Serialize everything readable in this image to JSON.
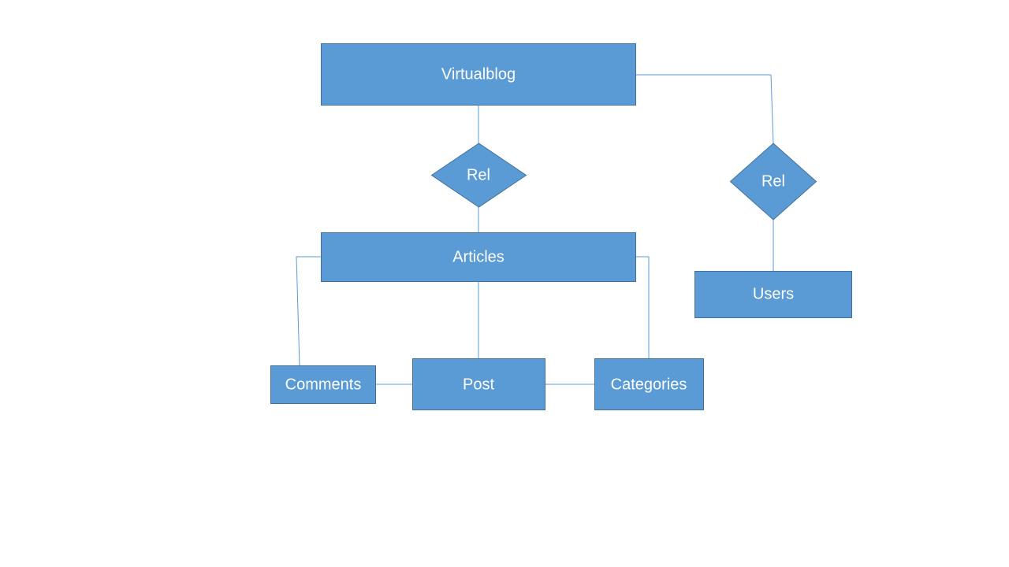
{
  "colors": {
    "shape_fill": "#5b9bd5",
    "shape_stroke": "#41719c",
    "connector": "#5b9bd5",
    "label_text": "#ffffff",
    "background": "#ffffff"
  },
  "entities": {
    "virtualblog": "Virtualblog",
    "articles": "Articles",
    "users": "Users",
    "comments": "Comments",
    "post": "Post",
    "categories": "Categories"
  },
  "relationships": {
    "rel_articles": "Rel",
    "rel_users": "Rel"
  }
}
